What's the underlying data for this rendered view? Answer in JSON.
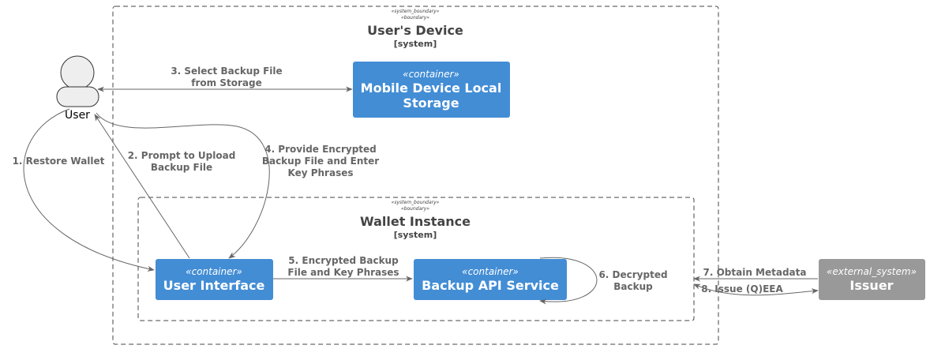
{
  "colors": {
    "container_fill": "#438DD5",
    "external_fill": "#999999",
    "edge": "#666666",
    "boundary": "#444444",
    "actor_fill": "#EEEEEE"
  },
  "actor": {
    "label": "User",
    "icon": "person-icon"
  },
  "boundaries": {
    "users_device": {
      "stereo_1": "«system_boundary»",
      "stereo_2": "«boundary»",
      "title": "User's Device",
      "type": "[system]"
    },
    "wallet_instance": {
      "stereo_1": "«system_boundary»",
      "stereo_2": "«boundary»",
      "title": "Wallet Instance",
      "type": "[system]"
    }
  },
  "nodes": {
    "storage": {
      "stereotype": "«container»",
      "title_1": "Mobile Device Local",
      "title_2": "Storage"
    },
    "ui": {
      "stereotype": "«container»",
      "title": "User Interface"
    },
    "backup_api": {
      "stereotype": "«container»",
      "title": "Backup API Service"
    },
    "issuer": {
      "stereotype": "«external_system»",
      "title": "Issuer"
    }
  },
  "edges": {
    "e1": {
      "line_1": "1. Restore Wallet"
    },
    "e2": {
      "line_1": "2. Prompt to Upload",
      "line_2": "Backup File"
    },
    "e3": {
      "line_1": "3. Select Backup File",
      "line_2": "from Storage"
    },
    "e4": {
      "line_1": "4. Provide Encrypted",
      "line_2": "Backup File and Enter",
      "line_3": "Key Phrases"
    },
    "e5": {
      "line_1": "5. Encrypted Backup",
      "line_2": "File and Key Phrases"
    },
    "e6": {
      "line_1": "6. Decrypted",
      "line_2": "Backup"
    },
    "e7": {
      "line_1": "7. Obtain Metadata"
    },
    "e8": {
      "line_1": "8. Issue (Q)EEA"
    }
  }
}
